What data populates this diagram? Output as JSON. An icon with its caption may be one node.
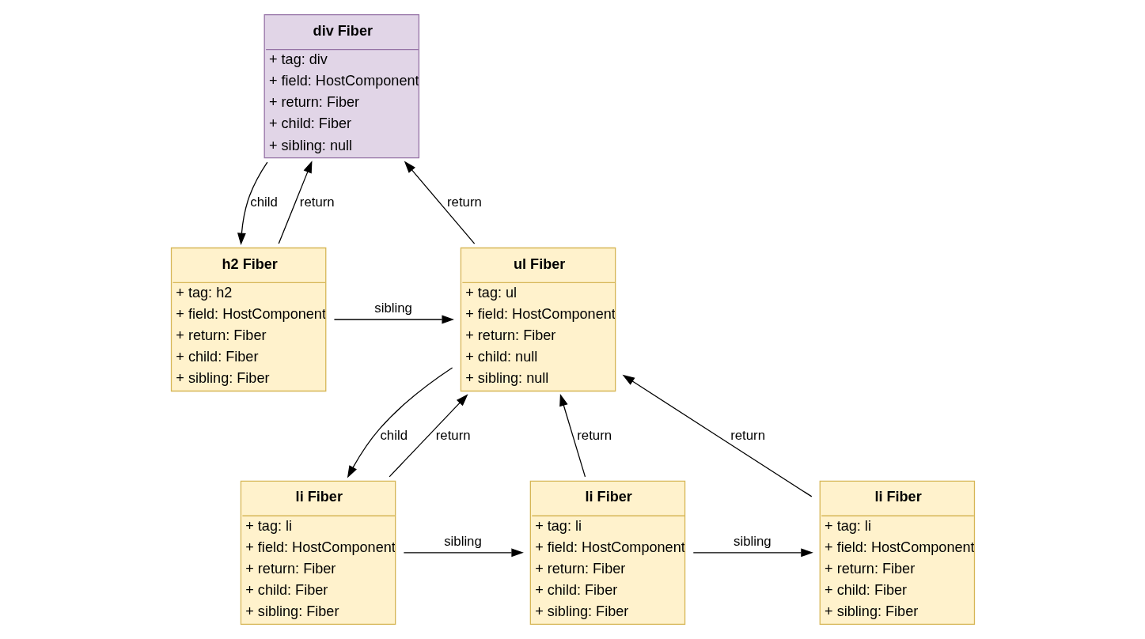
{
  "diagram": {
    "nodes": [
      {
        "text": [
          "div Fiber",
          "+ tag: div",
          "+ field: HostComponent",
          "+ return: Fiber",
          "+ child: Fiber",
          "+ sibling: null"
        ]
      },
      {
        "text": [
          "h2 Fiber",
          "+ tag: h2",
          "+ field: HostComponent",
          "+ return: Fiber",
          "+ child: Fiber",
          "+ sibling: Fiber"
        ]
      },
      {
        "text": [
          "ul Fiber",
          "+ tag: ul",
          "+ field: HostComponent",
          "+ return: Fiber",
          "+ child: null",
          "+ sibling: null"
        ]
      },
      {
        "text": [
          "li Fiber",
          "+ tag: li",
          "+ field: HostComponent",
          "+ return: Fiber",
          "+ child: Fiber",
          "+ sibling: Fiber"
        ]
      },
      {
        "text": [
          "li Fiber",
          "+ tag: li",
          "+ field: HostComponent",
          "+ return: Fiber",
          "+ child: Fiber",
          "+ sibling: Fiber"
        ]
      },
      {
        "text": [
          "li Fiber",
          "+ tag: li",
          "+ field: HostComponent",
          "+ return: Fiber",
          "+ child: Fiber",
          "+ sibling: Fiber"
        ]
      }
    ],
    "edges": [
      {
        "from": 1,
        "to": 0,
        "arrow": "to",
        "label": "return"
      },
      {
        "from": 0,
        "to": 1,
        "arrow": "to",
        "label": "child"
      },
      {
        "from": 1,
        "to": 2,
        "arrow": "to",
        "label": "sibling"
      },
      {
        "from": 2,
        "to": 0,
        "arrow": "to",
        "label": "return"
      },
      {
        "from": 2,
        "to": 3,
        "arrow": "to",
        "label": "child"
      },
      {
        "from": 3,
        "to": 2,
        "arrow": "to",
        "label": "return"
      },
      {
        "from": 3,
        "to": 4,
        "arrow": "to",
        "label": "sibling"
      },
      {
        "from": 4,
        "to": 2,
        "arrow": "to",
        "label": "return"
      },
      {
        "from": 4,
        "to": 5,
        "arrow": "to",
        "label": "sibling"
      },
      {
        "from": 5,
        "to": 2,
        "arrow": "to",
        "label": "return"
      }
    ]
  }
}
